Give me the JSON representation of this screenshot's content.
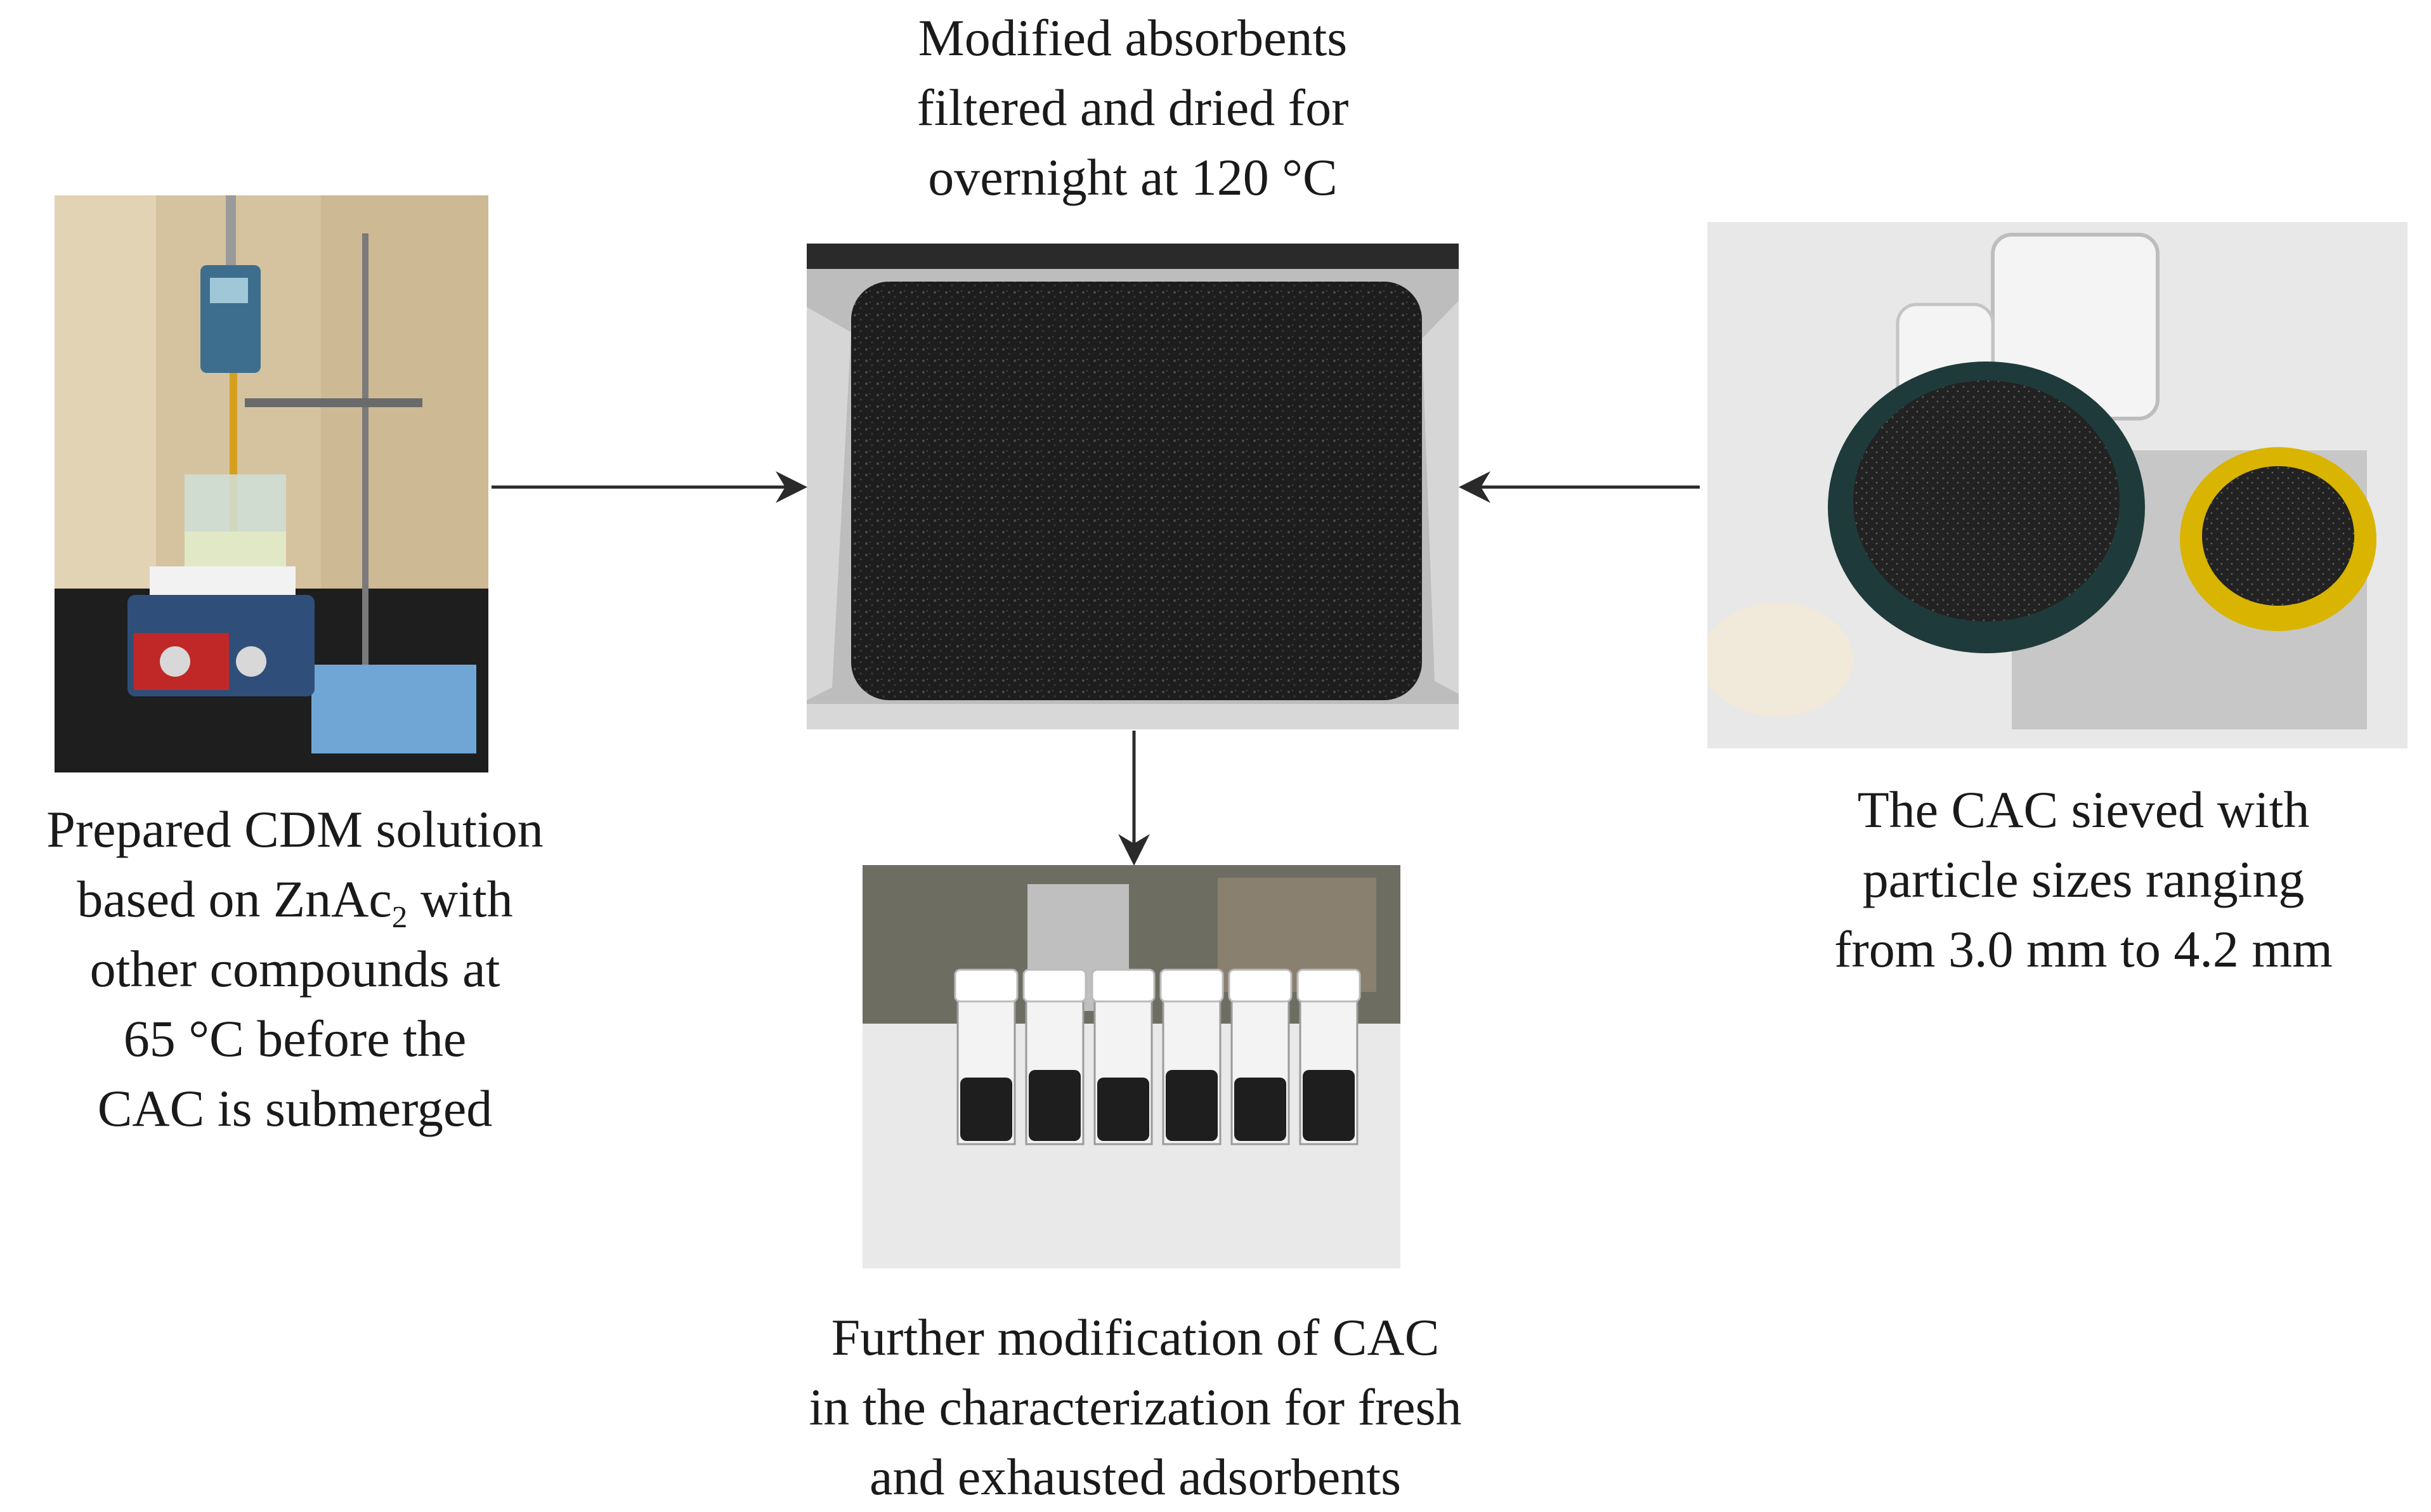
{
  "captions": {
    "top": [
      "Modified absorbents",
      "filtered and dried for",
      "overnight at 120 °C"
    ],
    "left": {
      "line1": "Prepared CDM solution",
      "line2_before": "based on ZnAc",
      "line2_sub": "2",
      "line2_after": " with",
      "line3": "other compounds at",
      "line4": "65 °C before the",
      "line5": "CAC is submerged"
    },
    "right": [
      "The CAC sieved with",
      "particle sizes ranging",
      "from 3.0 mm to 4.2 mm"
    ],
    "bottom": [
      "Further modification of CAC",
      "in the characterization for fresh",
      "and exhausted adsorbents"
    ]
  },
  "colors": {
    "arrow": "#2a2a2a",
    "adsorbent": "#1c1c1c",
    "foil": "#c9c9c9",
    "sieve_rim_yellow": "#d9b400",
    "stirrer_base": "#2e4f7d"
  }
}
